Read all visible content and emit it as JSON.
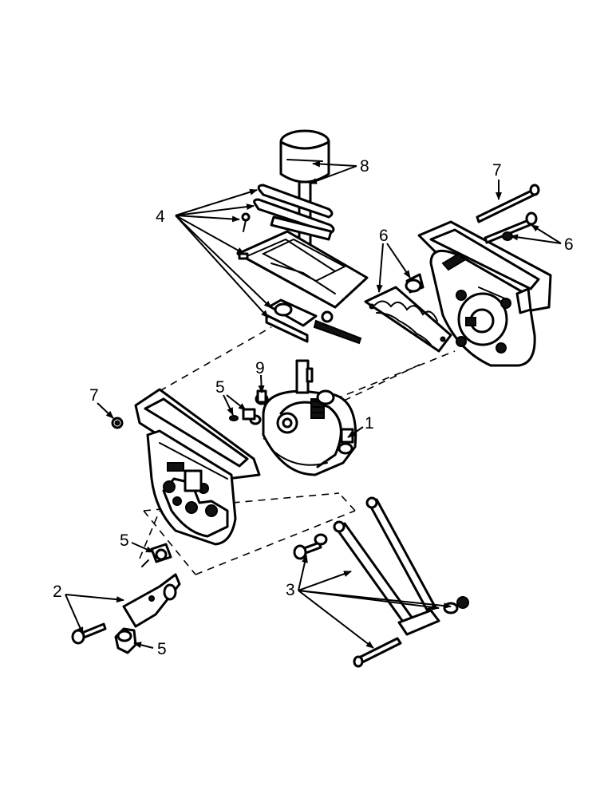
{
  "callouts": {
    "c1": "1",
    "c2": "2",
    "c3": "3",
    "c4": "4",
    "c5a": "5",
    "c5b": "5",
    "c5c": "5",
    "c6a": "6",
    "c6b": "6",
    "c7a": "7",
    "c7b": "7",
    "c8": "8",
    "c9": "9"
  },
  "colors": {
    "ink": "#000000",
    "paper": "#ffffff"
  }
}
